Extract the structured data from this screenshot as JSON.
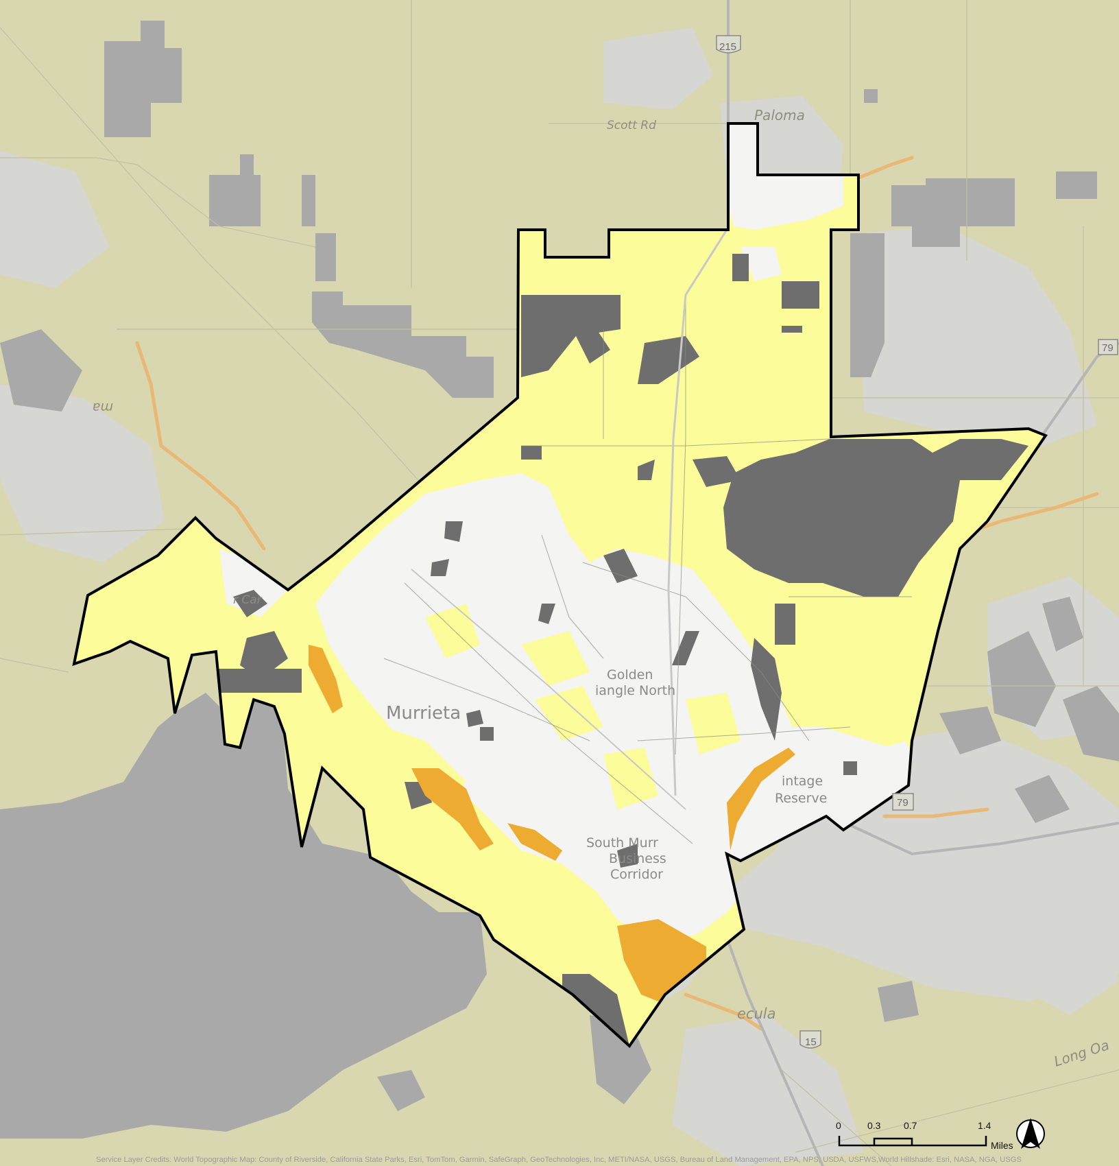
{
  "map": {
    "colors": {
      "basemap": "#d9d7b0",
      "gray_land": "#a9a9a9",
      "light_land": "#d6d6d2",
      "dark_gray": "#6e6e6e",
      "white_zone": "#f4f4f2",
      "yellow_zone": "#fcfc9a",
      "orange_zone": "#eeab32",
      "boundary": "#000000"
    },
    "places": {
      "murrieta": "Murrieta",
      "golden_1": "Golden",
      "golden_2": "iangle North",
      "vintage_1": "intage",
      "vintage_2": "Reserve",
      "south_1": "South Murr",
      "south_2": "Business",
      "south_3": "Corridor",
      "paloma": "Paloma",
      "scott_rd": "Scott Rd",
      "temecula": "ecula",
      "long_oak": "Long Oa",
      "wildomar": "ma",
      "lake": "r Car"
    },
    "shields": {
      "i215": "215",
      "sr79_north": "79",
      "sr79_south": "79",
      "i15": "15"
    },
    "scale_bar": {
      "ticks": [
        "0",
        "0.3",
        "0.7",
        "1.4"
      ],
      "unit": "Miles"
    },
    "north_arrow_icon": "north-arrow-icon",
    "credits": "Service Layer Credits: World Topographic Map: County of Riverside, California State Parks, Esri, TomTom, Garmin, SafeGraph, GeoTechnologies, Inc, METI/NASA, USGS, Bureau of Land Management, EPA, NPS, USDA, USFWS,World Hillshade: Esri, NASA, NGA, USGS"
  }
}
